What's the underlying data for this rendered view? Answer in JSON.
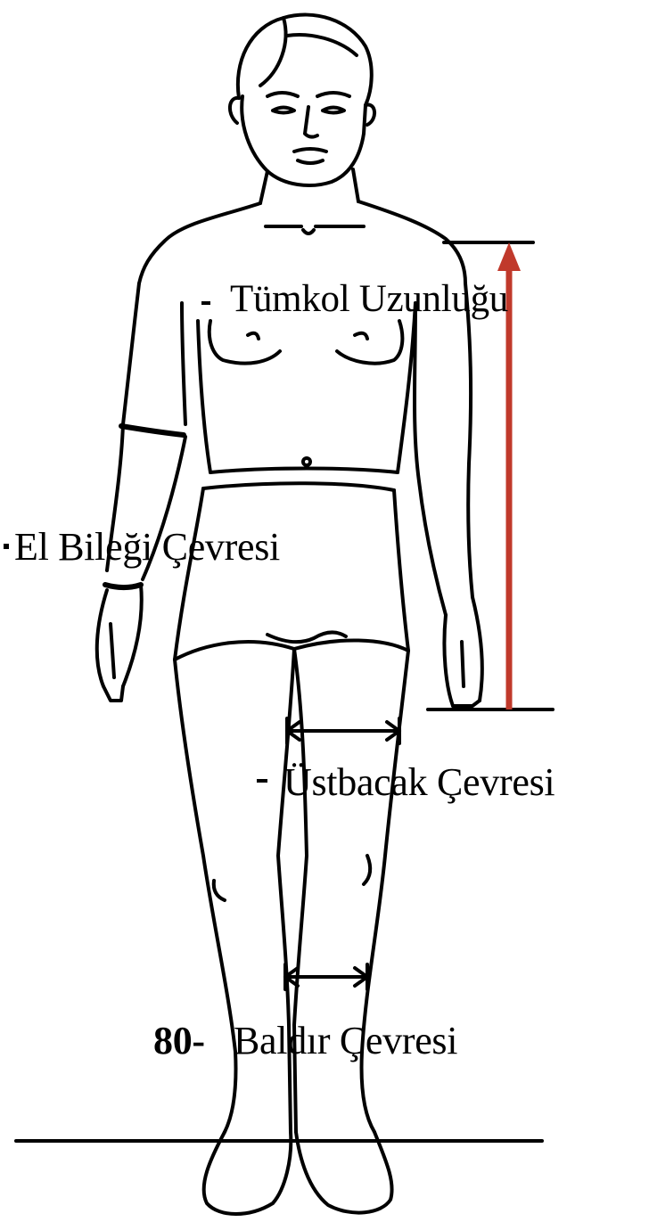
{
  "labels": {
    "arm_length": "Tümkol Uzunluğu",
    "wrist": "El Bileği Çevresi",
    "thigh": "Üstbacak Çevresi",
    "calf_number": "80-",
    "calf": "Baldır Çevresi"
  },
  "colors": {
    "ink": "#000000",
    "arrow": "#c0392b",
    "background": "#ffffff"
  }
}
